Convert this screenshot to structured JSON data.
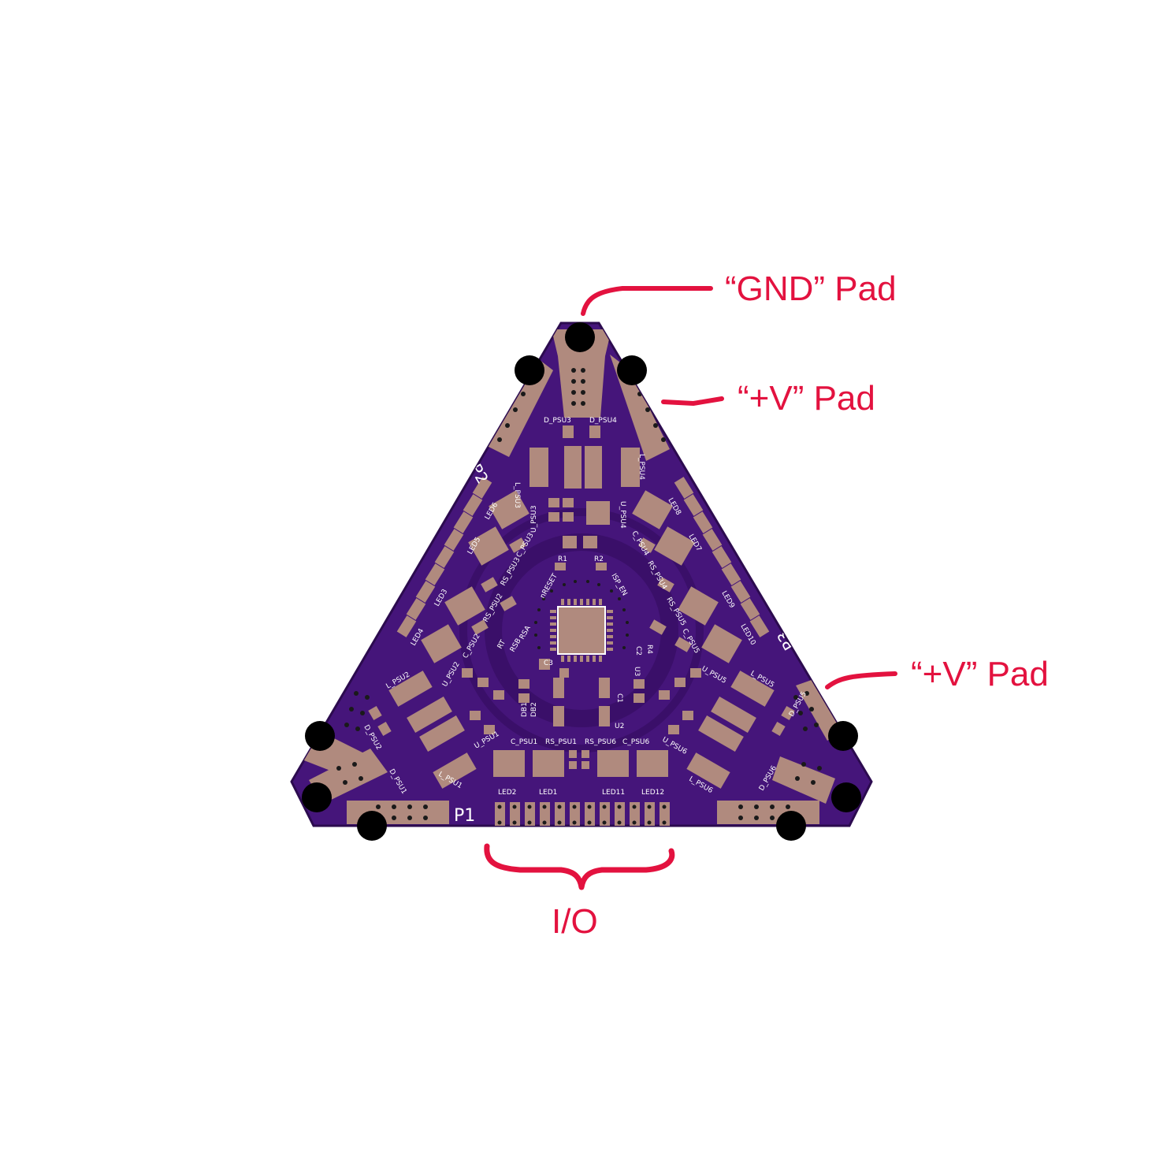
{
  "colors": {
    "board": "#45157a",
    "board_edge": "#2c0b4f",
    "copper": "#b08a7e",
    "silkscreen": "#ffffff",
    "via": "#1a1a1a",
    "mount_hole": "#000000",
    "annotation": "#e3123f"
  },
  "callouts": {
    "gnd_pad": "“GND” Pad",
    "v_pad_upper": "“+V” Pad",
    "v_pad_right": "“+V” Pad",
    "io": "I/O"
  },
  "board": {
    "connector_labels": {
      "p1": "P1",
      "p2": "P2",
      "p3": "P3"
    },
    "silkscreen_labels": {
      "d_psu3": "D_PSU3",
      "d_psu4": "D_PSU4",
      "l_psu3": "L_PSU3",
      "l_psu4": "L_PSU4",
      "u_psu3": "U_PSU3",
      "u_psu4": "U_PSU4",
      "c_psu3": "C_PSU3",
      "c_psu4": "C_PSU4",
      "rs_psu3": "RS_PSU3",
      "rs_psu4": "RS_PSU4",
      "led6": "LED6",
      "led5": "LED5",
      "led3": "LED3",
      "led4": "LED4",
      "led8": "LED8",
      "led7": "LED7",
      "led9": "LED9",
      "led10": "LED10",
      "r1": "R1",
      "r2": "R2",
      "nreset": "nRESET",
      "isp_en": "ISP_EN",
      "rs_psu2": "RS_PSU2",
      "c_psu2": "C_PSU2",
      "u_psu2": "U_PSU2",
      "l_psu2": "L_PSU2",
      "d_psu2": "D_PSU2",
      "u_psu1": "U_PSU1",
      "l_psu1": "L_PSU1",
      "d_psu1": "D_PSU1",
      "rs_psu5": "RS_PSU5",
      "c_psu5": "C_PSU5",
      "u_psu5": "U_PSU5",
      "l_psu5": "L_PSU5",
      "d_psu5": "D_PSU5",
      "u_psu6": "U_PSU6",
      "l_psu6": "L_PSU6",
      "d_psu6": "D_PSU6",
      "rsa": "RSA",
      "rsb": "RSB",
      "rt": "RT",
      "c3": "C3",
      "c1": "C1",
      "c2": "C2",
      "r4": "R4",
      "u3": "U3",
      "u2": "U2",
      "db2": "DB2",
      "db1": "DB1",
      "c_psu1": "C_PSU1",
      "rs_psu1": "RS_PSU1",
      "rs_psu6": "RS_PSU6",
      "c_psu6": "C_PSU6",
      "led2": "LED2",
      "led1": "LED1",
      "led11": "LED11",
      "led12": "LED12"
    }
  }
}
